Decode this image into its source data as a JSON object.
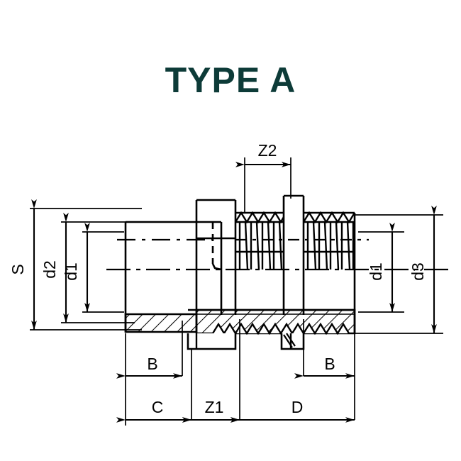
{
  "title": "TYPE A",
  "title_color": "#0d3b38",
  "drawing": {
    "kind": "engineering-cross-section",
    "description": "Threaded pipe fitting / bulkhead connector cross-section drawing",
    "line_color": "#000000",
    "background": "#ffffff"
  },
  "dimensions": {
    "top": [
      {
        "id": "z2",
        "label": "Z2",
        "orientation": "horizontal"
      }
    ],
    "left": [
      {
        "id": "s",
        "label": "S",
        "orientation": "vertical"
      },
      {
        "id": "d2",
        "label": "d2",
        "orientation": "vertical"
      },
      {
        "id": "d1",
        "label": "d1",
        "orientation": "vertical"
      }
    ],
    "right": [
      {
        "id": "d1r",
        "label": "d1",
        "orientation": "vertical"
      },
      {
        "id": "d3",
        "label": "d3",
        "orientation": "vertical"
      }
    ],
    "bottom_upper": [
      {
        "id": "b_left",
        "label": "B",
        "orientation": "horizontal"
      },
      {
        "id": "b_right",
        "label": "B",
        "orientation": "horizontal"
      }
    ],
    "bottom_lower": [
      {
        "id": "c",
        "label": "C",
        "orientation": "horizontal"
      },
      {
        "id": "z1",
        "label": "Z1",
        "orientation": "horizontal"
      },
      {
        "id": "d",
        "label": "D",
        "orientation": "horizontal"
      }
    ]
  }
}
